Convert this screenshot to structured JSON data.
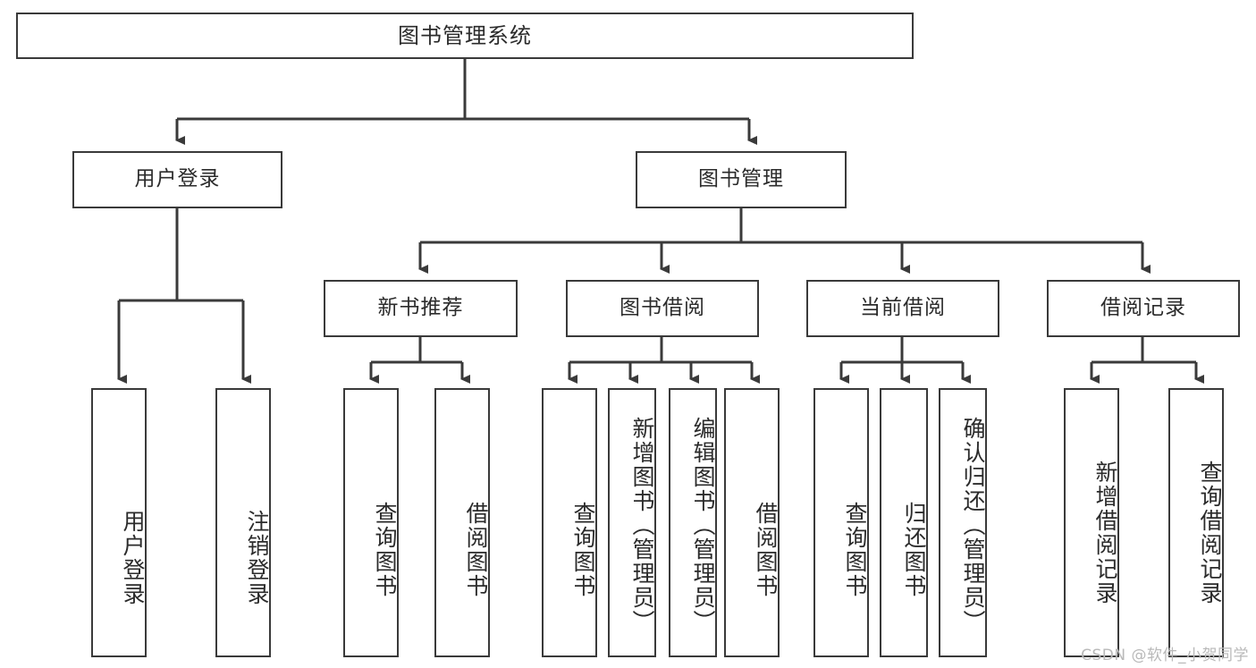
{
  "diagram": {
    "type": "tree",
    "title": "图书管理系统",
    "watermark": "CSDN @软件_小贺同学",
    "root": {
      "label": "图书管理系统"
    },
    "level2": [
      {
        "label": "用户登录"
      },
      {
        "label": "图书管理"
      }
    ],
    "level3": [
      {
        "label": "新书推荐"
      },
      {
        "label": "图书借阅"
      },
      {
        "label": "当前借阅"
      },
      {
        "label": "借阅记录"
      }
    ],
    "leaves": {
      "user_login": [
        {
          "label": "用户登录"
        },
        {
          "label": "注销登录"
        }
      ],
      "new_book": [
        {
          "label": "查询图书"
        },
        {
          "label": "借阅图书"
        }
      ],
      "borrow_book": [
        {
          "label": "查询图书"
        },
        {
          "label": "新增图书（管理员）"
        },
        {
          "label": "编辑图书（管理员）"
        },
        {
          "label": "借阅图书"
        }
      ],
      "current_borrow": [
        {
          "label": "查询图书"
        },
        {
          "label": "归还图书"
        },
        {
          "label": "确认归还（管理员）"
        }
      ],
      "borrow_record": [
        {
          "label": "新增借阅记录"
        },
        {
          "label": "查询借阅记录"
        }
      ]
    },
    "colors": {
      "stroke": "#3a3a3a",
      "fill": "#ffffff",
      "text": "#2b2b2b",
      "watermark": "#b9b9b9"
    }
  }
}
